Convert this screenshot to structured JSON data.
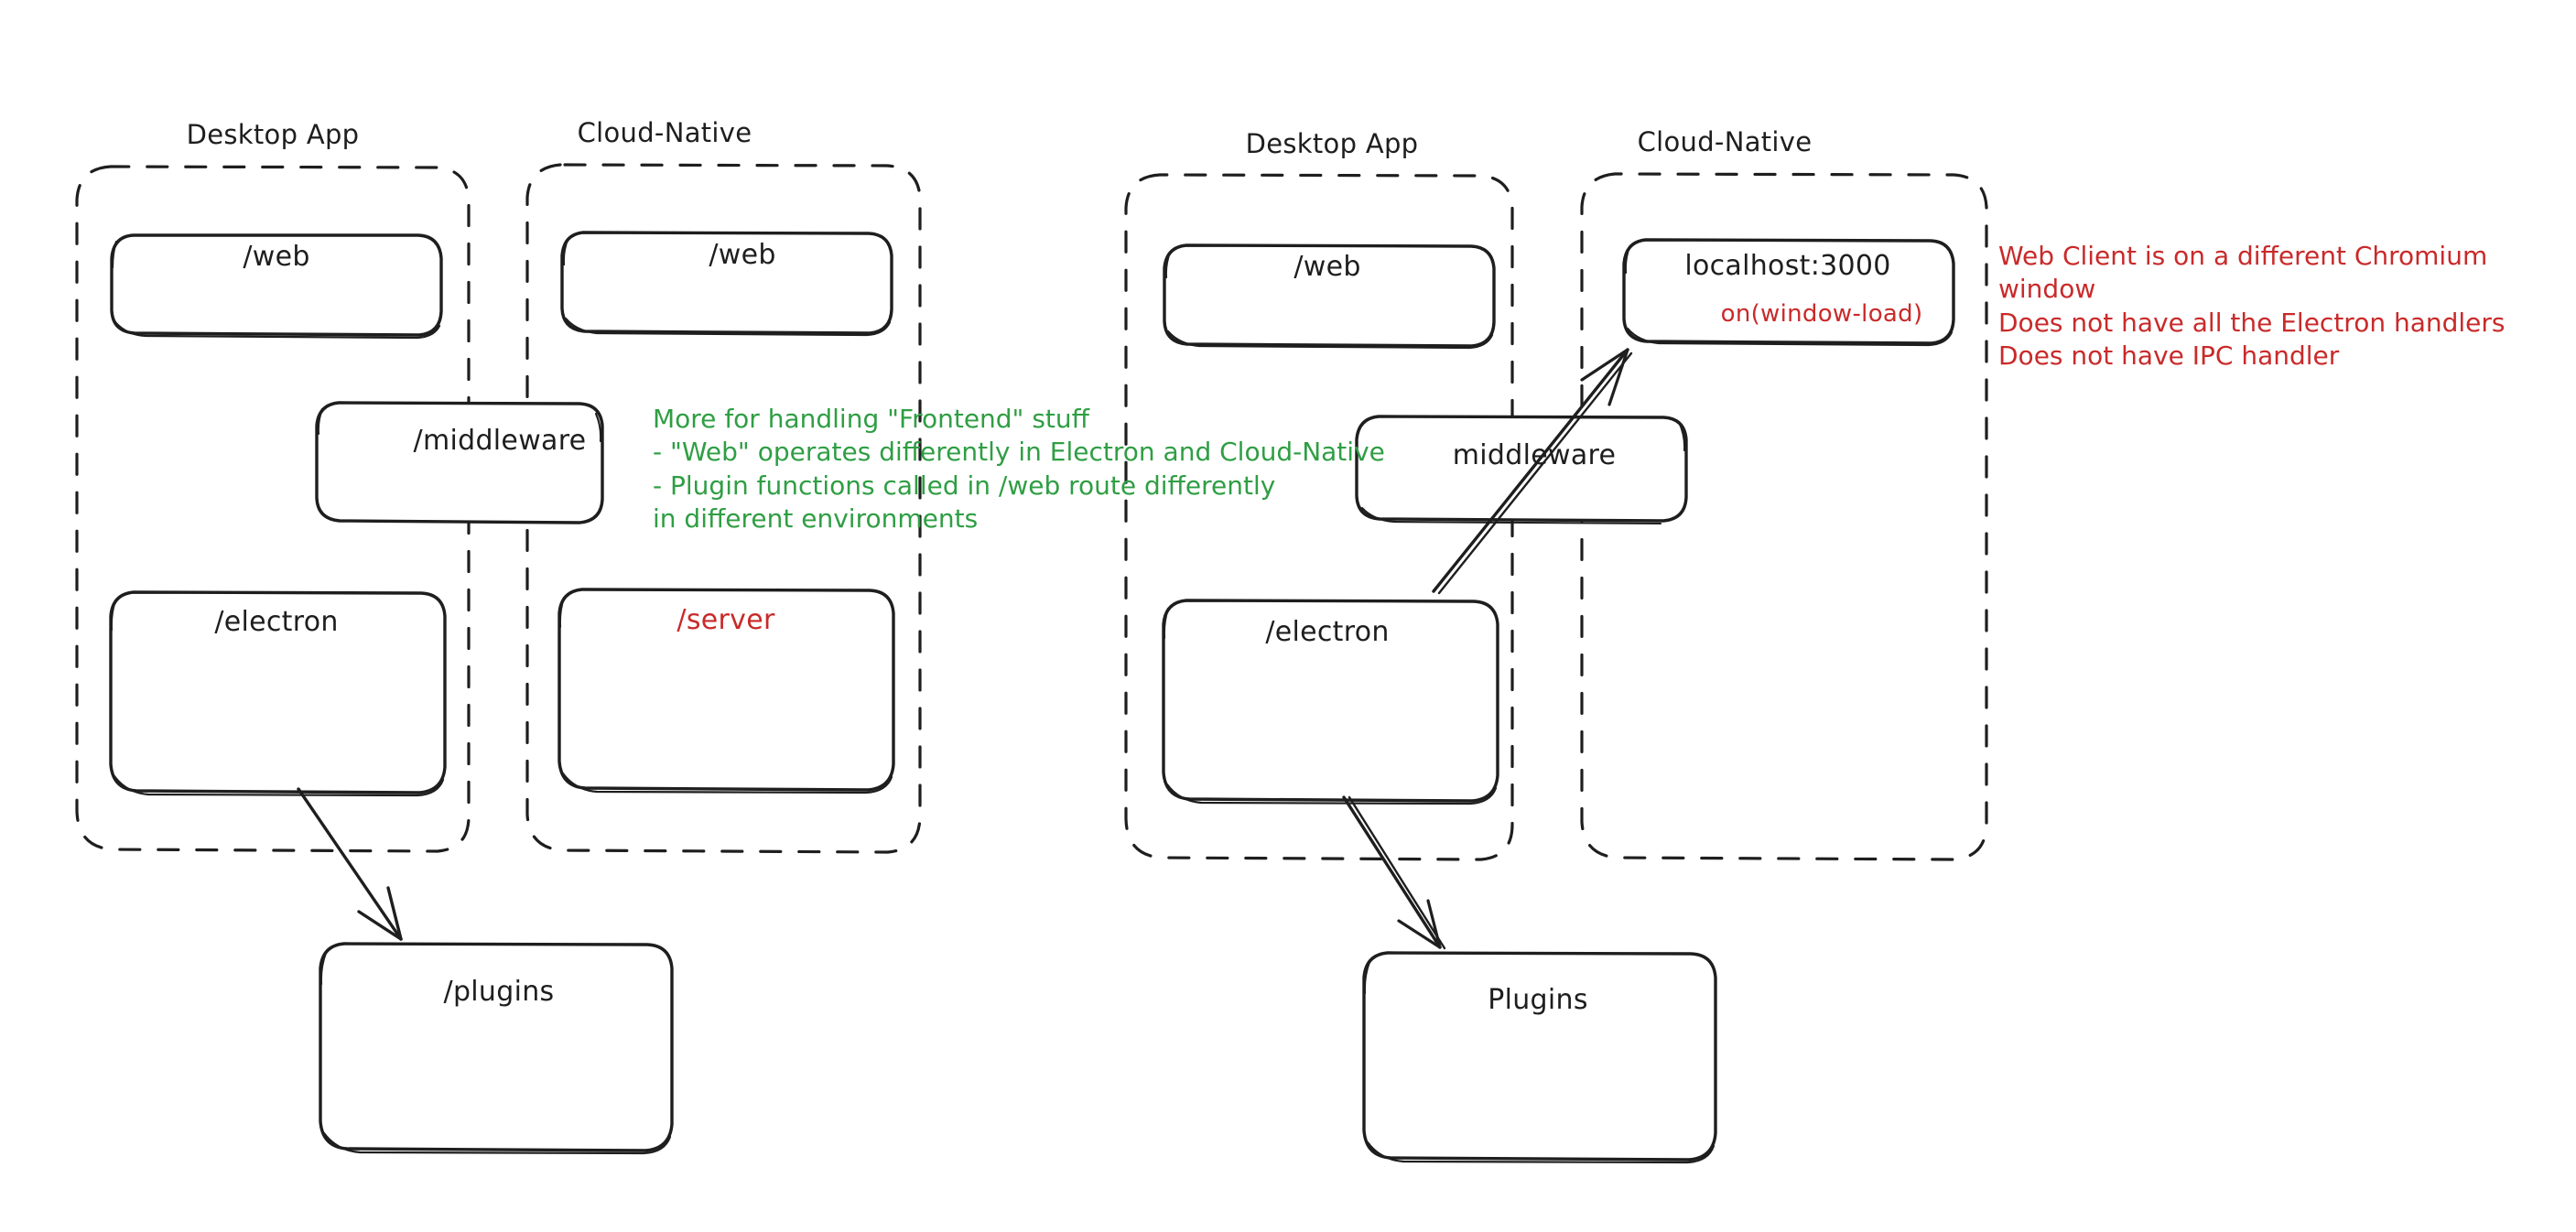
{
  "diagram": {
    "style": "hand-drawn sketch (excalidraw)",
    "background": "#ffffff",
    "colors": {
      "stroke": "#1e1e1e",
      "green": "#2f9e44",
      "red": "#c92a2a"
    },
    "groups": [
      {
        "id": "left-group",
        "containers": [
          {
            "id": "left-desktop",
            "title": "Desktop App"
          },
          {
            "id": "left-cloud",
            "title": "Cloud-Native"
          }
        ],
        "boxes": [
          {
            "id": "left-web-desktop",
            "label": "/web",
            "color": "#1e1e1e"
          },
          {
            "id": "left-web-cloud",
            "label": "/web",
            "color": "#1e1e1e"
          },
          {
            "id": "left-middleware",
            "label": "/middleware",
            "color": "#1e1e1e"
          },
          {
            "id": "left-electron",
            "label": "/electron",
            "color": "#1e1e1e"
          },
          {
            "id": "left-server",
            "label": "/server",
            "color": "#c92a2a"
          },
          {
            "id": "left-plugins",
            "label": "/plugins",
            "color": "#1e1e1e"
          }
        ],
        "arrows": [
          {
            "id": "left-electron-to-plugins",
            "from": "/electron",
            "to": "/plugins"
          }
        ]
      },
      {
        "id": "right-group",
        "containers": [
          {
            "id": "right-desktop",
            "title": "Desktop App"
          },
          {
            "id": "right-cloud",
            "title": "Cloud-Native"
          }
        ],
        "boxes": [
          {
            "id": "right-web",
            "label": "/web",
            "color": "#1e1e1e"
          },
          {
            "id": "right-localhost",
            "label": "localhost:3000",
            "sublabel": "on(window-load)",
            "color": "#1e1e1e",
            "sublabel_color": "#c92a2a"
          },
          {
            "id": "right-middleware",
            "label": "middleware",
            "color": "#1e1e1e"
          },
          {
            "id": "right-electron",
            "label": "/electron",
            "color": "#1e1e1e"
          },
          {
            "id": "right-plugins",
            "label": "Plugins",
            "color": "#1e1e1e"
          }
        ],
        "arrows": [
          {
            "id": "right-electron-to-localhost",
            "from": "/electron",
            "to": "localhost:3000"
          },
          {
            "id": "right-electron-to-plugins",
            "from": "/electron",
            "to": "Plugins"
          }
        ]
      }
    ],
    "annotations": [
      {
        "id": "green-note",
        "color": "#2f9e44",
        "lines": [
          "More for handling \"Frontend\" stuff",
          "- \"Web\" operates differently in Electron and Cloud-Native",
          "- Plugin functions called in /web route differently",
          "in different environments"
        ]
      },
      {
        "id": "red-note",
        "color": "#c92a2a",
        "lines": [
          "Web Client is on a different Chromium window",
          "Does not have all the Electron handlers",
          "Does not have IPC handler"
        ]
      }
    ]
  }
}
